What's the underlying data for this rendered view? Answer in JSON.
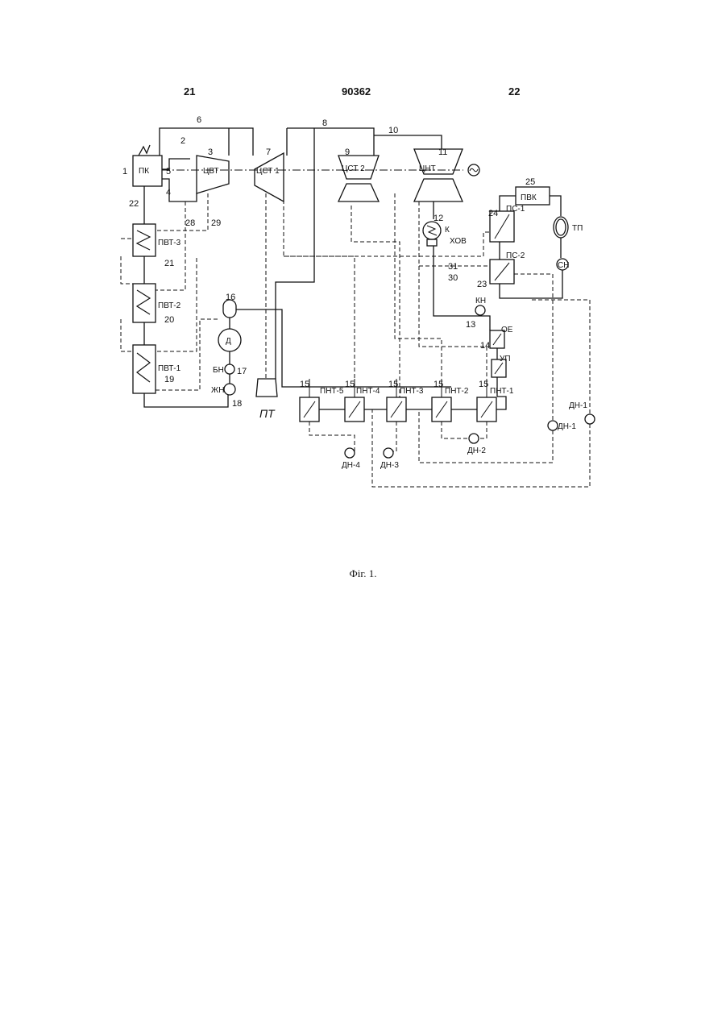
{
  "header": {
    "left_page": "21",
    "patent_number": "90362",
    "right_page": "22"
  },
  "caption": "Фіг. 1.",
  "labels": {
    "pk": "ПК",
    "tsvt": "ЦВТ",
    "tsst1": "ЦСТ 1",
    "tsst2": "ЦСТ 2",
    "tsnt": "ЦНТ",
    "pt": "ПТ",
    "pvk": "ПВК",
    "tp": "ТП",
    "sn": "СН",
    "ps1": "ПС-1",
    "ps2": "ПС-2",
    "k": "К",
    "khov": "ХОВ",
    "kn": "КН",
    "oe": "ОЕ",
    "up": "УП",
    "pvt3": "ПВТ-3",
    "pvt2": "ПВТ-2",
    "pvt1": "ПВТ-1",
    "d": "Д",
    "bn": "БН",
    "zhn": "ЖН",
    "pnt5": "ПНТ-5",
    "pnt4": "ПНТ-4",
    "pnt3": "ПНТ-3",
    "pnt2": "ПНТ-2",
    "pnt1": "ПНТ-1",
    "dn4": "ДН-4",
    "dn3": "ДН-3",
    "dn2": "ДН-2",
    "dn1": "ДН-1"
  },
  "numbers": {
    "n1": "1",
    "n2": "2",
    "n3": "3",
    "n4": "4",
    "n5": "5",
    "n6": "6",
    "n7": "7",
    "n8": "8",
    "n9": "9",
    "n10": "10",
    "n11": "11",
    "n12": "12",
    "n13": "13",
    "n14": "14",
    "n15": "15",
    "n16": "16",
    "n17": "17",
    "n18": "18",
    "n19": "19",
    "n20": "20",
    "n21": "21",
    "n22": "22",
    "n23": "23",
    "n24": "24",
    "n25": "25",
    "n28": "28",
    "n29": "29",
    "n30": "30",
    "n31": "31"
  }
}
